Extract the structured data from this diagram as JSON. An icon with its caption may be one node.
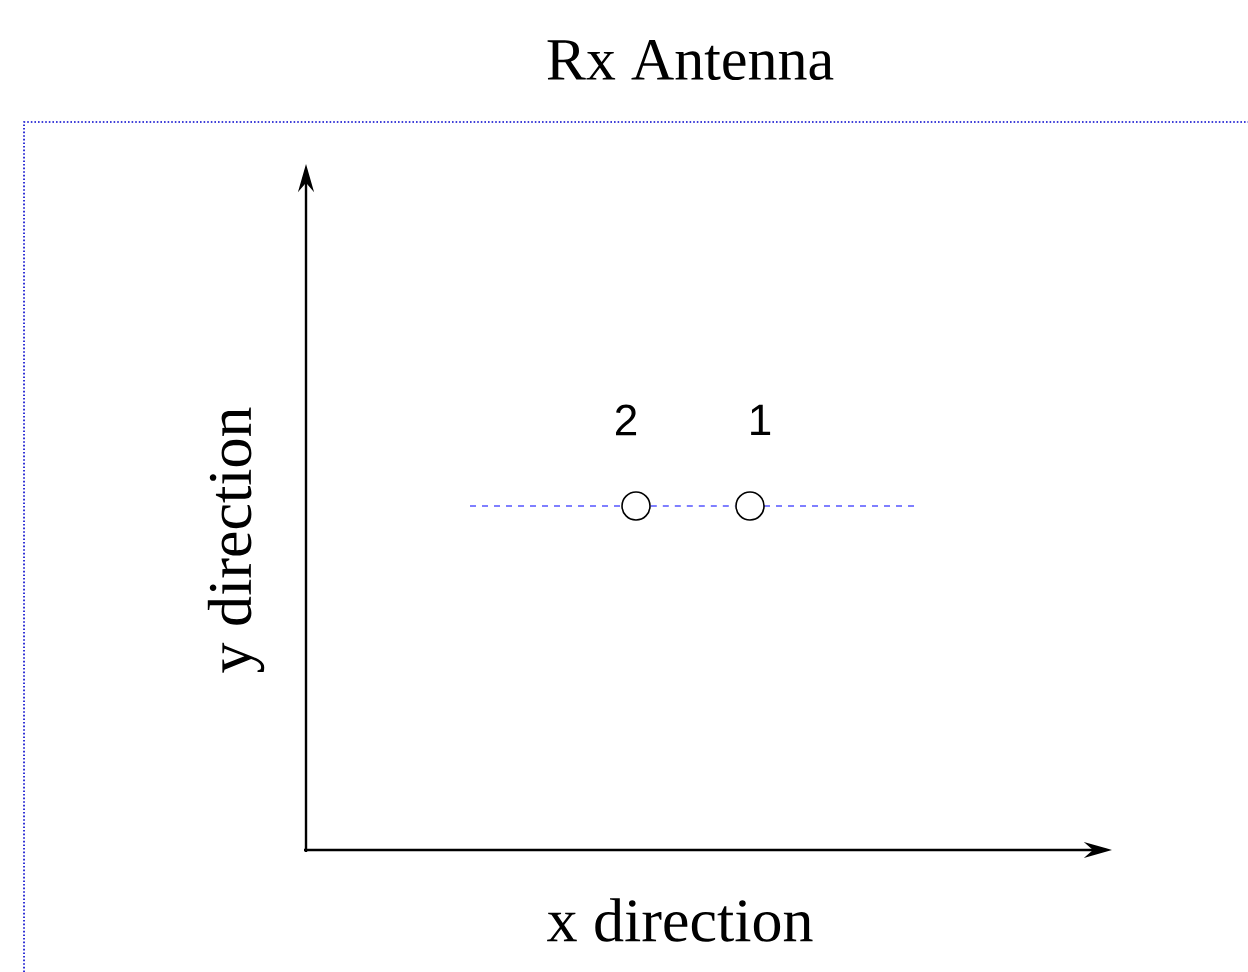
{
  "diagram": {
    "title": "Rx Antenna",
    "nodes": [
      {
        "text": [],
        "shape": "circle",
        "beside": [
          "2"
        ]
      },
      {
        "text": [],
        "shape": "circle",
        "beside": [
          "1"
        ]
      }
    ],
    "edges": [
      {
        "from": 0,
        "to": 1,
        "arrow": "none",
        "style": "dashed",
        "color": "#0000ff"
      }
    ],
    "labels": [
      "y direction",
      "x direction"
    ]
  }
}
